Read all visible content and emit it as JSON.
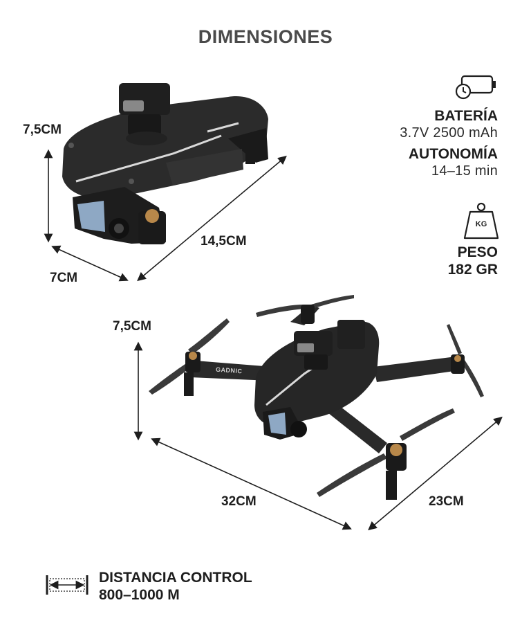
{
  "title": "DIMENSIONES",
  "folded": {
    "height": "7,5CM",
    "width": "7CM",
    "length": "14,5CM"
  },
  "unfolded": {
    "height": "7,5CM",
    "length": "32CM",
    "width": "23CM",
    "brand_label": "GADNIC"
  },
  "battery": {
    "label": "BATERÍA",
    "value": "3.7V 2500 mAh"
  },
  "autonomy": {
    "label": "AUTONOMÍA",
    "value": "14–15 min"
  },
  "weight": {
    "icon_label": "KG",
    "label": "PESO",
    "value": "182 GR"
  },
  "control": {
    "label": "DISTANCIA CONTROL",
    "value": "800–1000 M"
  },
  "icons": [
    "battery-clock-icon",
    "weight-icon",
    "range-arrow-icon"
  ],
  "colors": {
    "text": "#1e1e1e",
    "title": "#4a4a4a",
    "drone": "#262626"
  }
}
